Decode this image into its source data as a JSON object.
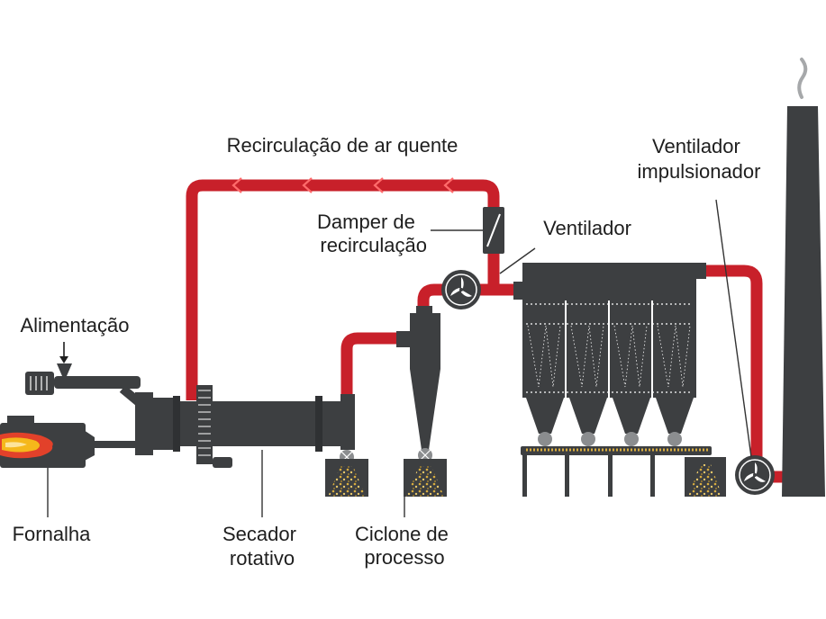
{
  "labels": {
    "recirculacao": "Recirculação de ar quente",
    "damper_line1": "Damper de",
    "damper_line2": "recirculação",
    "ventilador": "Ventilador",
    "ventilador_imp_line1": "Ventilador",
    "ventilador_imp_line2": "impulsionador",
    "alimentacao": "Alimentação",
    "fornalha": "Fornalha",
    "secador_line1": "Secador",
    "secador_line2": "rotativo",
    "ciclone_line1": "Ciclone de",
    "ciclone_line2": "processo"
  },
  "colors": {
    "hot_air_pipe": "#c8202a",
    "equipment": "#3d3f41",
    "flame_outer": "#e2412a",
    "flame_inner": "#f5b81b",
    "product": "#d4a53a",
    "smoke": "#a6a8aa"
  },
  "icons": [
    "fan-icon",
    "damper-icon",
    "flame-icon",
    "smoke-icon",
    "motor-icon",
    "airflow-arrow-icon"
  ]
}
